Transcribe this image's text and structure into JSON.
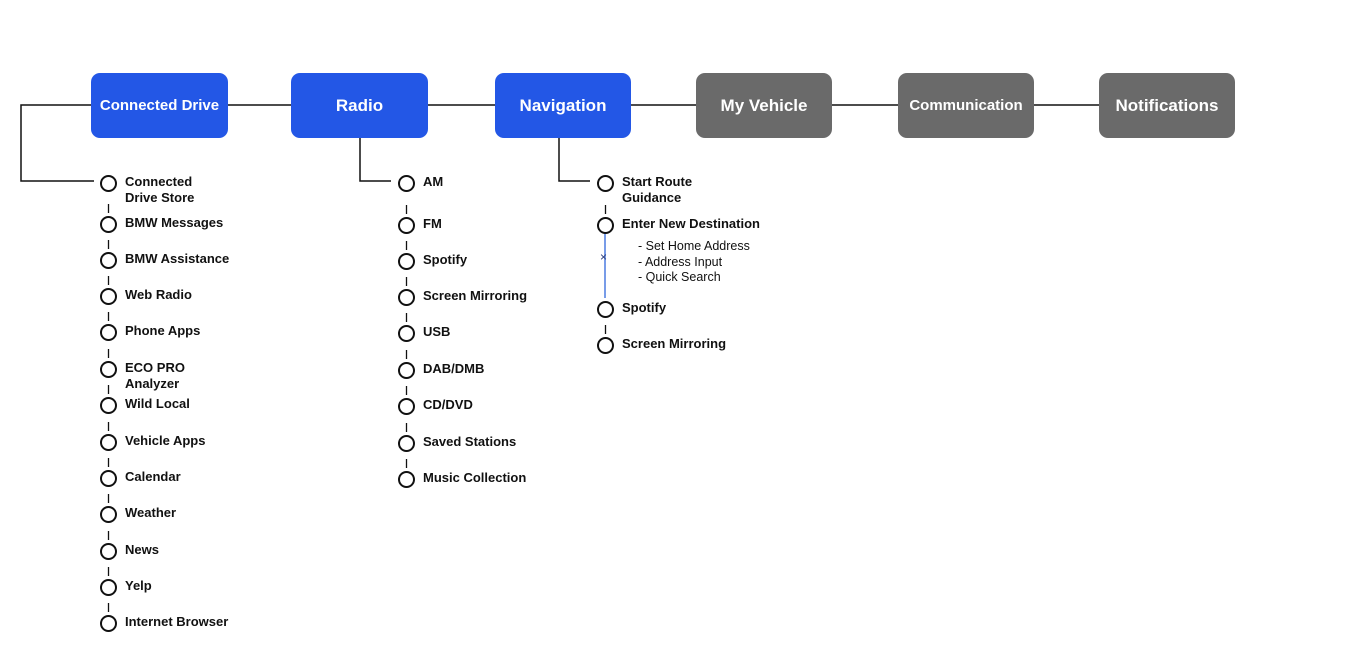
{
  "tabs": [
    {
      "label": "Connected Drive",
      "state": "active"
    },
    {
      "label": "Radio",
      "state": "active"
    },
    {
      "label": "Navigation",
      "state": "active"
    },
    {
      "label": "My Vehicle",
      "state": "inactive"
    },
    {
      "label": "Communication",
      "state": "inactive"
    },
    {
      "label": "Notifications",
      "state": "inactive"
    }
  ],
  "connected_drive": {
    "items": [
      "Connected\nDrive Store",
      "BMW Messages",
      "BMW Assistance",
      "Web Radio",
      "Phone Apps",
      "ECO PRO\nAnalyzer",
      "Wild Local",
      "Vehicle Apps",
      "Calendar",
      "Weather",
      "News",
      "Yelp",
      "Internet Browser"
    ]
  },
  "radio": {
    "items": [
      "AM",
      "FM",
      "Spotify",
      "Screen Mirroring",
      "USB",
      "DAB/DMB",
      "CD/DVD",
      "Saved Stations",
      "Music Collection"
    ]
  },
  "navigation": {
    "items": [
      "Start Route\nGuidance",
      "Enter New Destination",
      "Spotify",
      "Screen Mirroring"
    ],
    "sub_items": [
      "- Set Home Address",
      "- Address Input",
      "- Quick Search"
    ]
  },
  "colors": {
    "active": "#2357e6",
    "inactive": "#6a6a6a",
    "line": "#111111",
    "accent_line": "#4a7be0"
  }
}
